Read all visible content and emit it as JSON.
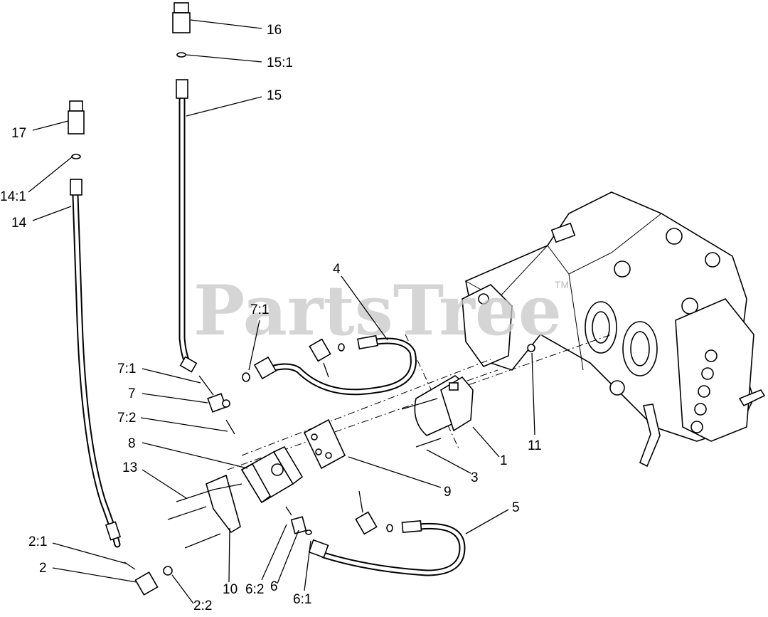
{
  "watermark": {
    "text": "PartsTree",
    "mark": "TM"
  },
  "callouts": [
    {
      "id": "16",
      "text": "16"
    },
    {
      "id": "15-1",
      "text": "15:1"
    },
    {
      "id": "15",
      "text": "15"
    },
    {
      "id": "17",
      "text": "17"
    },
    {
      "id": "14-1",
      "text": "14:1"
    },
    {
      "id": "14",
      "text": "14"
    },
    {
      "id": "4",
      "text": "4"
    },
    {
      "id": "7-1-upper",
      "text": "7:1"
    },
    {
      "id": "7-1-left",
      "text": "7:1"
    },
    {
      "id": "7",
      "text": "7"
    },
    {
      "id": "7-2",
      "text": "7:2"
    },
    {
      "id": "8",
      "text": "8"
    },
    {
      "id": "13",
      "text": "13"
    },
    {
      "id": "11",
      "text": "11"
    },
    {
      "id": "1",
      "text": "1"
    },
    {
      "id": "3",
      "text": "3"
    },
    {
      "id": "9",
      "text": "9"
    },
    {
      "id": "5",
      "text": "5"
    },
    {
      "id": "2-1",
      "text": "2:1"
    },
    {
      "id": "2",
      "text": "2"
    },
    {
      "id": "10",
      "text": "10"
    },
    {
      "id": "6-2",
      "text": "6:2"
    },
    {
      "id": "6",
      "text": "6"
    },
    {
      "id": "6-1",
      "text": "6:1"
    },
    {
      "id": "2-2",
      "text": "2:2"
    }
  ]
}
